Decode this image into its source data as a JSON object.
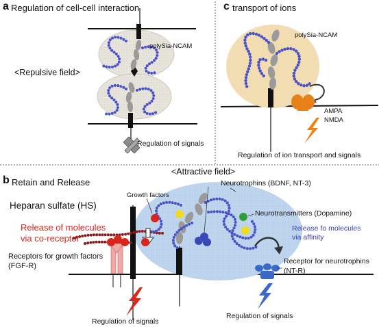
{
  "panel_a": {
    "letter": "a",
    "title": "Regulation of cell-cell interaction",
    "polysia_label": "polySia-NCAM",
    "repulsive_label": "<Repulsive field>",
    "signals_label": "Regulation of signals"
  },
  "panel_c": {
    "letter": "c",
    "title": "transport of ions",
    "polysia_label": "polySia-NCAM",
    "ampa_label": "AMPA",
    "nmda_label": "NMDA",
    "ion_label": "Regulation of ion transport and signals"
  },
  "panel_b": {
    "letter": "b",
    "title": "Retain and Release",
    "attractive_label": "<Attractive field>",
    "growth_factors_label": "Growth factors",
    "heparan_label": "Heparan sulfate (HS)",
    "release_coreceptor_line1": "Release of molecules",
    "release_coreceptor_line2": "via co-receptor",
    "receptors_gf_line1": "Receptors for growth factors",
    "receptors_gf_line2": "(FGF-R)",
    "neurotrophins_label": "Neurotrophins (BDNF, NT-3)",
    "neurotransmitters_label": "Neurotransmitters (Dopamine)",
    "release_affinity_line1": "Release fo molecules",
    "release_affinity_line2": "via affinity",
    "receptor_nt_line1": "Receptor for neurotrophins",
    "receptor_nt_line2": "(NT-R)",
    "signals_left_label": "Regulation of signals",
    "signals_right_label": "Regulation of signals"
  },
  "colors": {
    "polysia_dot": "#4a50c8",
    "ncam_gray": "#9a9a9a",
    "cell_a_fill": "#e6e3da",
    "cell_c_fill": "#f1dcb4",
    "cell_b_fill": "#bcd4ec",
    "growth_factor_red": "#d8261c",
    "heparan_red": "#8b1a1a",
    "fgf_receptor": "#f2a8a4",
    "neurotransmitter_green": "#2e9e3a",
    "neurotransmitter_yellow": "#f0dc1c",
    "neurotrophin_blue": "#3a48b8",
    "ampa_orange": "#e8801a",
    "lightning_red": "#d8261c",
    "lightning_orange": "#f08010",
    "lightning_blue": "#3a68c8",
    "text_red": "#d8261c",
    "text_blue": "#3a3ab8"
  }
}
